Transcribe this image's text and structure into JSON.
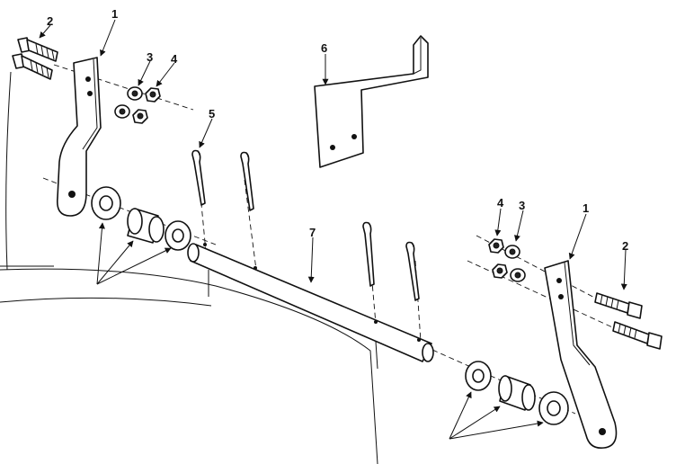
{
  "callouts": {
    "c1_left": "1",
    "c2_left": "2",
    "c3_left": "3",
    "c4_left": "4",
    "c5": "5",
    "c6": "6",
    "c7": "7",
    "c4_right": "4",
    "c3_right": "3",
    "c1_right": "1",
    "c2_right": "2"
  }
}
